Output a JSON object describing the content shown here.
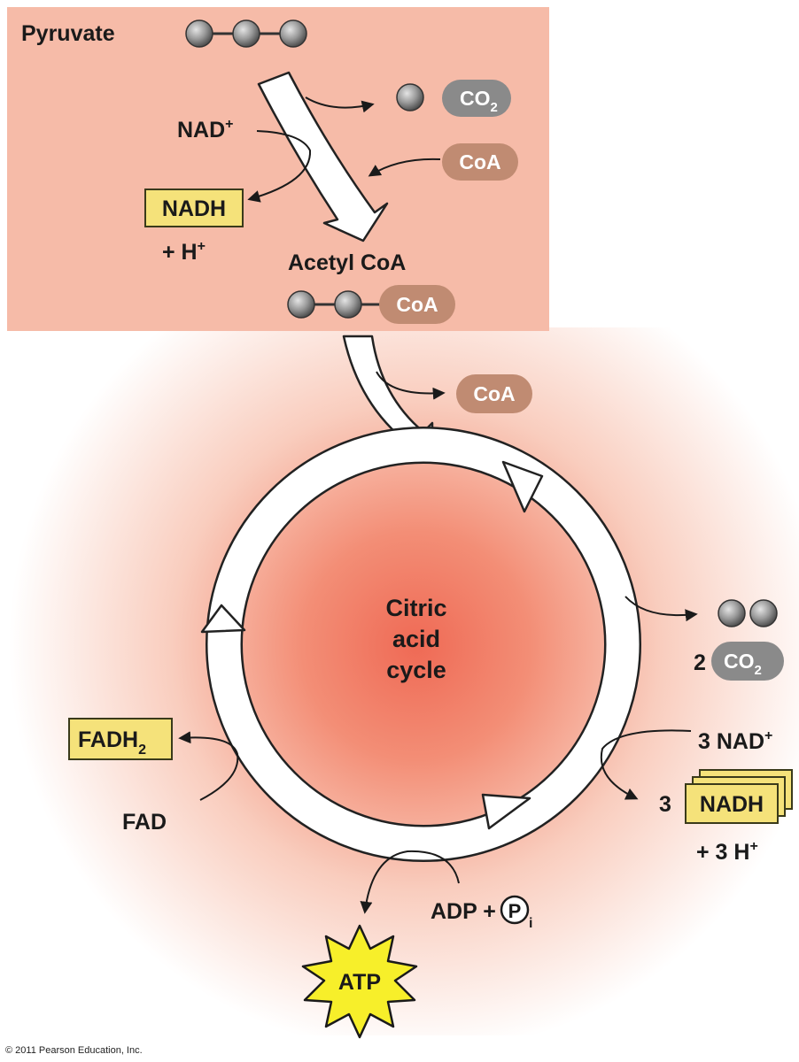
{
  "colors": {
    "panel": "#F6BBA8",
    "panel_border": "#E9A58F",
    "glow_center": "#EF6A55",
    "co2_pill": "#8A8A8A",
    "coa_pill": "#C08B72",
    "carrier_box": "#F5E27A",
    "atp_star": "#F7EF2A",
    "arrow_fill": "#FFFFFF",
    "arrow_stroke": "#222222"
  },
  "pyruvate": {
    "label": "Pyruvate"
  },
  "co2_top": {
    "text": "CO",
    "sub": "2"
  },
  "coa_in": {
    "text": "CoA"
  },
  "nad_top": {
    "text": "NAD",
    "sup": "+"
  },
  "nadh_top": {
    "text": "NADH"
  },
  "h_top": {
    "prefix": "+ H",
    "sup": "+"
  },
  "acetyl": {
    "label": "Acetyl CoA",
    "coa": "CoA"
  },
  "coa_out": {
    "text": "CoA"
  },
  "cycle": {
    "line1": "Citric",
    "line2": "acid",
    "line3": "cycle"
  },
  "co2_right": {
    "count": "2",
    "text": "CO",
    "sub": "2"
  },
  "nad_right": {
    "text": "3 NAD",
    "sup": "+"
  },
  "nadh_right": {
    "count": "3",
    "text": "NADH"
  },
  "h_right": {
    "text": "+ 3 H",
    "sup": "+"
  },
  "fadh2": {
    "text": "FADH",
    "sub": "2"
  },
  "fad": {
    "text": "FAD"
  },
  "adp": {
    "text": "ADP +",
    "p": "P",
    "sub": "i"
  },
  "atp": {
    "text": "ATP"
  },
  "copyright": "© 2011 Pearson Education, Inc."
}
